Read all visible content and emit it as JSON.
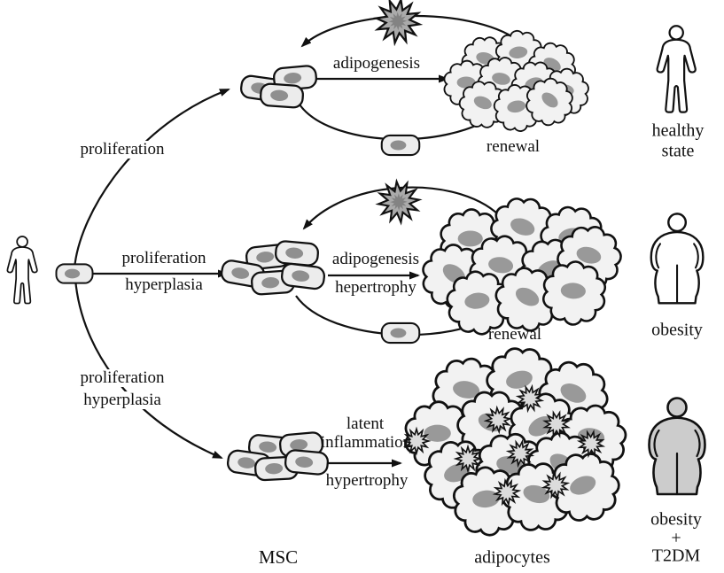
{
  "title_context": "MSC to adipocyte differentiation diagram",
  "colors": {
    "background": "#ffffff",
    "outline": "#111111",
    "cell_fill": "#ececec",
    "nucleus_fill": "#8f8f8f",
    "adipocyte_fill": "#f2f2f2",
    "adipocyte_nucleus_fill": "#999999",
    "death_burst_fill": "#aaaaaa",
    "death_burst_core_fill": "#838383",
    "inflammation_burst_fill": "#dcdcdc",
    "t2dm_body_fill": "#cccccc",
    "text": "#111111"
  },
  "icons": {
    "source_figure": "human-figure-icon",
    "msc_cell": "msc-cell-icon",
    "adipocyte": "adipocyte-icon",
    "death_burst": "apoptosis-burst-icon",
    "inflammation_burst": "inflammation-burst-icon"
  },
  "rows": [
    {
      "state": "healthy state",
      "labels": {
        "proliferation": "proliferation",
        "adipogenesis": "adipogenesis",
        "renewal": "renewal"
      },
      "state_lines": [
        "healthy",
        "state"
      ]
    },
    {
      "state": "obesity",
      "labels": {
        "proliferation": "proliferation",
        "hyperplasia": "hyperplasia",
        "adipogenesis": "adipogenesis",
        "hypertrophy": "hepertrophy",
        "renewal": "renewal"
      },
      "state_lines": [
        "obesity"
      ]
    },
    {
      "state": "obesity + T2DM",
      "labels": {
        "proliferation": "proliferation",
        "hyperplasia": "hyperplasia",
        "latent": "latent",
        "inflammation": "inflammation",
        "hypertrophy": "hypertrophy"
      },
      "state_lines": [
        "obesity",
        "+",
        "T2DM"
      ]
    }
  ],
  "footer": {
    "msc": "MSC",
    "adipocytes": "adipocytes"
  }
}
